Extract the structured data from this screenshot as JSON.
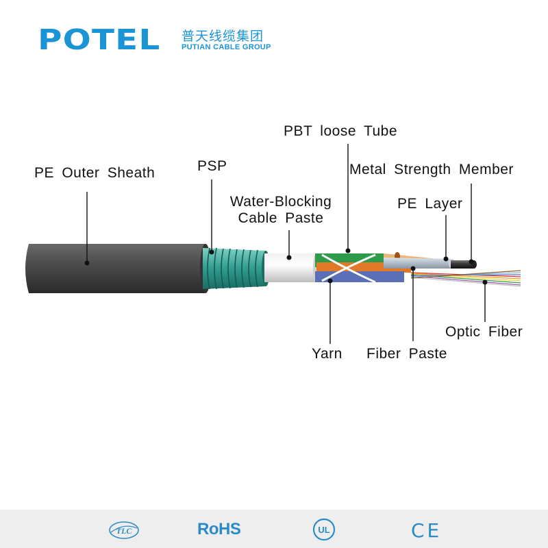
{
  "brand": {
    "name": "POTEL",
    "chinese_name": "普天线缆集团",
    "english_name": "PUTIAN CABLE GROUP",
    "color": "#1a94d4"
  },
  "labels": {
    "pe_outer_sheath": "PE  Outer  Sheath",
    "psp": "PSP",
    "water_blocking_line1": "Water-Blocking",
    "water_blocking_line2": "Cable Paste",
    "pbt_loose_tube": "PBT  loose Tube",
    "metal_strength_member": "Metal  Strength Member",
    "pe_layer": "PE Layer",
    "optic_fiber": "Optic Fiber",
    "yarn": "Yarn",
    "fiber_paste": "Fiber  Paste"
  },
  "certifications": {
    "tlc": "TLC",
    "rohs": "RoHS",
    "ul": "UL",
    "ce": "CE"
  },
  "colors": {
    "sheath": "#3f3f3f",
    "psp_armor": "#2f9c8f",
    "tube_green": "#2e9a4a",
    "tube_orange": "#e07a28",
    "tube_blue": "#5b6fb7",
    "accent": "#2a8bc8"
  }
}
